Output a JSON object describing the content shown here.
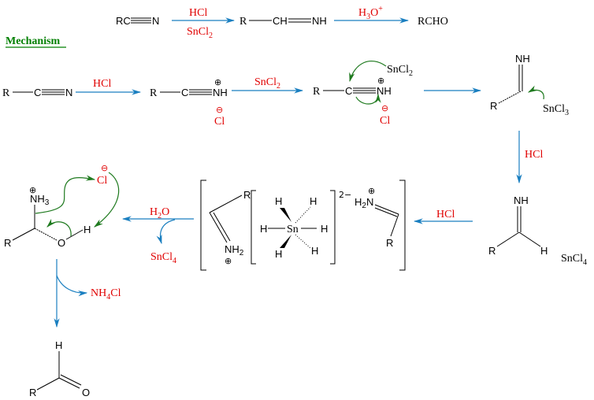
{
  "colors": {
    "reagent": "#e00000",
    "arrow": "#1a7fc0",
    "curly_arrow": "#1f7a1f",
    "heading": "#007f00"
  },
  "overview": {
    "reactant": "RC",
    "reactant_n": "N",
    "reagent1_top": "HCl",
    "reagent1_bottom": "SnCl",
    "reagent1_bottom_sub": "2",
    "intermediate_r": "R",
    "intermediate_ch": "CH",
    "intermediate_nh": "NH",
    "reagent2": "H",
    "reagent2_sub": "3",
    "reagent2_rest": "O",
    "reagent2_sup": "+",
    "product": "RCHO"
  },
  "heading": "Mechanism",
  "step1": {
    "r": "R",
    "c": "C",
    "n": "N",
    "reagent": "HCl"
  },
  "step2": {
    "r": "R",
    "c": "C",
    "nh": "NH",
    "plus": "⊕",
    "minus": "⊖",
    "cl": "Cl",
    "reagent": "SnCl",
    "reagent_sub": "2"
  },
  "step3": {
    "r": "R",
    "c": "C",
    "nh": "NH",
    "plus": "⊕",
    "minus": "⊖",
    "cl": "Cl",
    "sncl": "SnCl",
    "sncl_sub": "2"
  },
  "step4": {
    "nh": "NH",
    "r": "R",
    "sncl": "SnCl",
    "sncl_sub": "3",
    "reagent": "HCl"
  },
  "step5": {
    "nh": "NH",
    "r": "R",
    "h": "H",
    "sncl": "SnCl",
    "sncl_sub": "4",
    "reagent": "HCl"
  },
  "complex": {
    "r_left": "R",
    "nh2_left": "NH",
    "nh2_left_sub": "2",
    "plus": "⊕",
    "sn": "Sn",
    "h": "H",
    "charge": "2−",
    "h2n_right": "H",
    "h2n_right_sub": "2",
    "h2n_right_n": "N",
    "r_right": "R"
  },
  "step6": {
    "reagent_top": "H",
    "reagent_top_sub": "2",
    "reagent_top_rest": "O",
    "byproduct": "SnCl",
    "byproduct_sub": "4",
    "nh3": "NH",
    "nh3_sub": "3",
    "plus": "⊕",
    "minus": "⊖",
    "cl": "Cl",
    "r": "R",
    "o": "O",
    "h": "H"
  },
  "step7": {
    "byproduct": "NH",
    "byproduct_sub": "4",
    "byproduct_rest": "Cl",
    "h": "H",
    "r": "R",
    "o": "O"
  }
}
